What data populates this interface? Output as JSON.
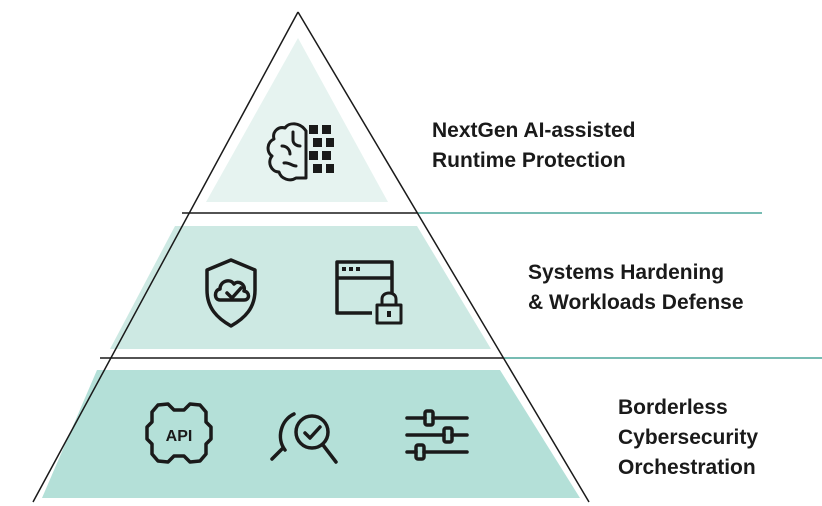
{
  "colors": {
    "outline": "#1a1a1a",
    "teal_line": "#4aa59a",
    "fill_top": "#e6f3f0",
    "fill_mid": "#cde9e3",
    "fill_bottom": "#b4e0d8",
    "icon": "#1a1a1a",
    "background": "#ffffff"
  },
  "tiers": [
    {
      "level": "top",
      "label_lines": [
        "NextGen AI-assisted",
        "Runtime Protection"
      ],
      "icons": [
        "brain-circuit-icon"
      ]
    },
    {
      "level": "middle",
      "label_lines": [
        "Systems Hardening",
        "& Workloads Defense"
      ],
      "icons": [
        "cloud-shield-check-icon",
        "browser-window-lock-icon"
      ]
    },
    {
      "level": "bottom",
      "label_lines": [
        "Borderless",
        "Cybersecurity",
        "Orchestration"
      ],
      "icons": [
        "api-gear-icon",
        "magnifier-check-icon",
        "sliders-icon"
      ],
      "icon_text": {
        "api": "API"
      }
    }
  ]
}
